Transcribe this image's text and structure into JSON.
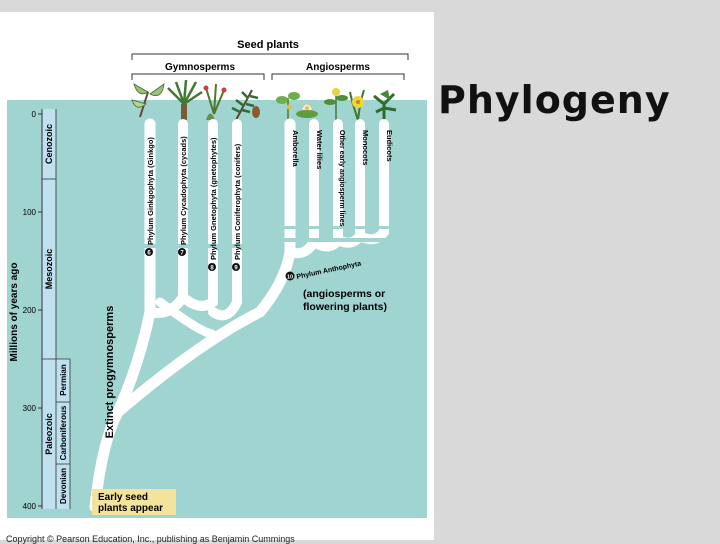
{
  "slide": {
    "title": "Phylogeny"
  },
  "diagram": {
    "header": {
      "seed_plants": "Seed plants",
      "gymnosperms": "Gymnosperms",
      "angiosperms": "Angiosperms"
    },
    "axis": {
      "label": "Millions of years ago",
      "ticks": [
        "0",
        "100",
        "200",
        "300",
        "400"
      ]
    },
    "eras": {
      "cenozoic": "Cenozoic",
      "mesozoic": "Mesozoic",
      "paleozoic": "Paleozoic"
    },
    "periods": {
      "permian": "Permian",
      "carboniferous": "Carboniferous",
      "devonian": "Devonian"
    },
    "gymnosperm_phyla": [
      {
        "num": "6",
        "label": "Phylum Ginkgophyta (Ginkgo)"
      },
      {
        "num": "7",
        "label": "Phylum Cycadophyta (cycads)"
      },
      {
        "num": "8",
        "label": "Phylum Gnetophyta (gnetophytes)"
      },
      {
        "num": "9",
        "label": "Phylum Coniferophyta (conifers)"
      }
    ],
    "angiosperm_lineages": [
      "Amborella",
      "Water lilies",
      "Other early angiosperm lines",
      "Monocots",
      "Eudicots"
    ],
    "angiosperm_phylum": {
      "num": "10",
      "label": "Phylum Anthophyta"
    },
    "angiosperm_note": [
      "(angiosperms or",
      "flowering plants)"
    ],
    "extinct_label": "Extinct progymnosperms",
    "early_seed_label": [
      "Early seed",
      "plants appear"
    ],
    "colors": {
      "background": "#9fd4d0",
      "branch": "#ffffff",
      "timeline": "#bfe0ef",
      "callout": "#f2e49a"
    }
  },
  "footer": {
    "copyright": "Copyright © Pearson Education, Inc., publishing as Benjamin Cummings"
  }
}
